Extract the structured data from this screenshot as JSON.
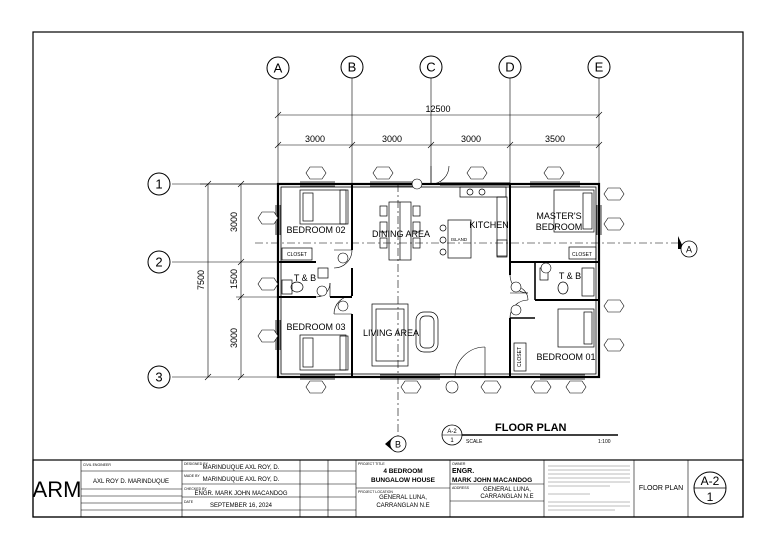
{
  "grid": {
    "columns": [
      "A",
      "B",
      "C",
      "D",
      "E"
    ],
    "rows": [
      "1",
      "2",
      "3"
    ]
  },
  "dimensions": {
    "overall_width": "12500",
    "bays": [
      "3000",
      "3000",
      "3000",
      "3500"
    ],
    "overall_depth": "7500",
    "row_bays": [
      "3000",
      "1500",
      "3000"
    ]
  },
  "rooms": {
    "bedroom02": "BEDROOM 02",
    "dining": "DINING AREA",
    "kitchen": "KITCHEN",
    "masters_line1": "MASTER'S",
    "masters_line2": "BEDROOM",
    "tb_left": "T & B",
    "tb_right": "T & B",
    "bedroom03": "BEDROOM 03",
    "living": "LIVING AREA",
    "bedroom01": "BEDROOM 01",
    "island": "ISLAND",
    "closet_left": "CLOSET",
    "closet_right": "CLOSET",
    "closet_bottom": "CLOSET"
  },
  "section_markers": {
    "right": "A",
    "bottom": "B"
  },
  "title": {
    "sheet_ref_top": "A-2",
    "sheet_ref_bottom": "1",
    "label": "FLOOR PLAN",
    "scale_label": "SCALE",
    "scale_value": "1:100"
  },
  "title_block": {
    "logo": "ARM",
    "civil_engineer_label": "CIVIL ENGINEER",
    "civil_engineer": "AXL ROY D. MARINDUQUE",
    "designed_by_label": "DESIGNED BY",
    "designed_by": "MARINDUQUE AXL ROY, D.",
    "made_by_label": "MADE BY",
    "made_by": "MARINDUQUE AXL ROY, D.",
    "checked_by_label": "CHECKED BY",
    "checked_by": "ENGR. MARK JOHN MACANDOG",
    "date_label": "DATE",
    "date": "SEPTEMBER 16, 2024",
    "project_title_label": "PROJECT TITLE",
    "project_title_1": "4 BEDROOM",
    "project_title_2": "BUNGALOW HOUSE",
    "project_location_label": "PROJECT LOCATION",
    "project_location_1": "GENERAL LUNA,",
    "project_location_2": "CARRANGLAN N.E",
    "owner_label": "OWNER",
    "owner_1": "ENGR.",
    "owner_2": "MARK JOHN MACANDOG",
    "address_label": "ADDRESS",
    "address_1": "GENERAL LUNA,",
    "address_2": "CARRANGLAN N.E",
    "sheet_contents": "FLOOR PLAN",
    "sheet_no_top": "A-2",
    "sheet_no_bottom": "1"
  }
}
